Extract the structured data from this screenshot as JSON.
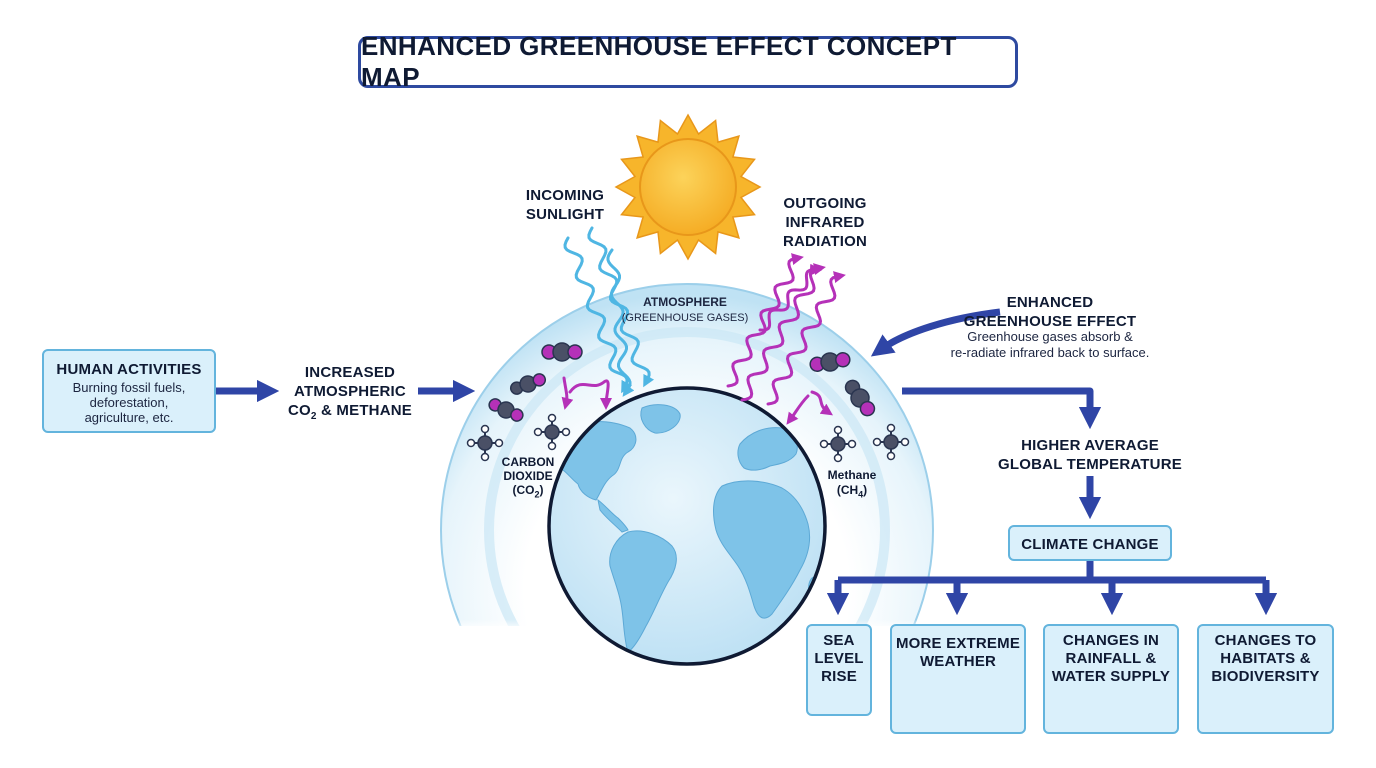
{
  "title": "ENHANCED GREENHOUSE EFFECT CONCEPT MAP",
  "human": {
    "heading": "HUMAN ACTIVITIES",
    "lines": [
      "Burning fossil fuels,",
      "deforestation,",
      "agriculture, etc."
    ]
  },
  "increased": {
    "lines": [
      "INCREASED",
      "ATMOSPHERIC"
    ],
    "co2": "CO",
    "co2_sub": "2",
    "rest": " & METHANE"
  },
  "sunlight": {
    "lines": [
      "INCOMING",
      "SUNLIGHT"
    ]
  },
  "outgoing": {
    "lines": [
      "OUTGOING",
      "INFRARED",
      "RADIATION"
    ]
  },
  "atmosphere": {
    "label": "ATMOSPHERE",
    "sub": "(GREENHOUSE GASES)"
  },
  "carbon": {
    "lines": [
      "CARBON",
      "DIOXIDE"
    ],
    "formula": "(CO",
    "formula_sub": "2",
    "formula_end": ")"
  },
  "methane": {
    "line": "Methane",
    "formula": "(CH",
    "formula_sub": "4",
    "formula_end": ")"
  },
  "enhanced": {
    "lines": [
      "ENHANCED",
      "GREENHOUSE EFFECT"
    ],
    "desc": [
      "Greenhouse gases absorb &",
      "re-radiate infrared back to surface."
    ]
  },
  "higher": {
    "lines": [
      "HIGHER AVERAGE",
      "GLOBAL TEMPERATURE"
    ]
  },
  "climate": "CLIMATE CHANGE",
  "effects": {
    "sea": [
      "SEA",
      "LEVEL",
      "RISE"
    ],
    "weather": [
      "MORE EXTREME",
      "WEATHER"
    ],
    "rainfall": [
      "CHANGES IN",
      "RAINFALL &",
      "WATER SUPPLY"
    ],
    "habitats": [
      "CHANGES TO",
      "HABITATS &",
      "BIODIVERSITY"
    ]
  },
  "icons": [
    "sun-icon",
    "earth-icon",
    "co2-molecule-icon",
    "methane-molecule-icon",
    "waves-icon",
    "hurricane-icon",
    "storm-icon",
    "drought-icon",
    "rain-cloud-icon",
    "water-drop-icon",
    "forest-icon",
    "wildlife-icon"
  ],
  "colors": {
    "arrow": "#2f45a6",
    "sun": "#f7b52b",
    "infrared": "#b531b8",
    "sunlight": "#4fb6e3",
    "border": "#63b4dd",
    "fill": "#daf0fb"
  }
}
